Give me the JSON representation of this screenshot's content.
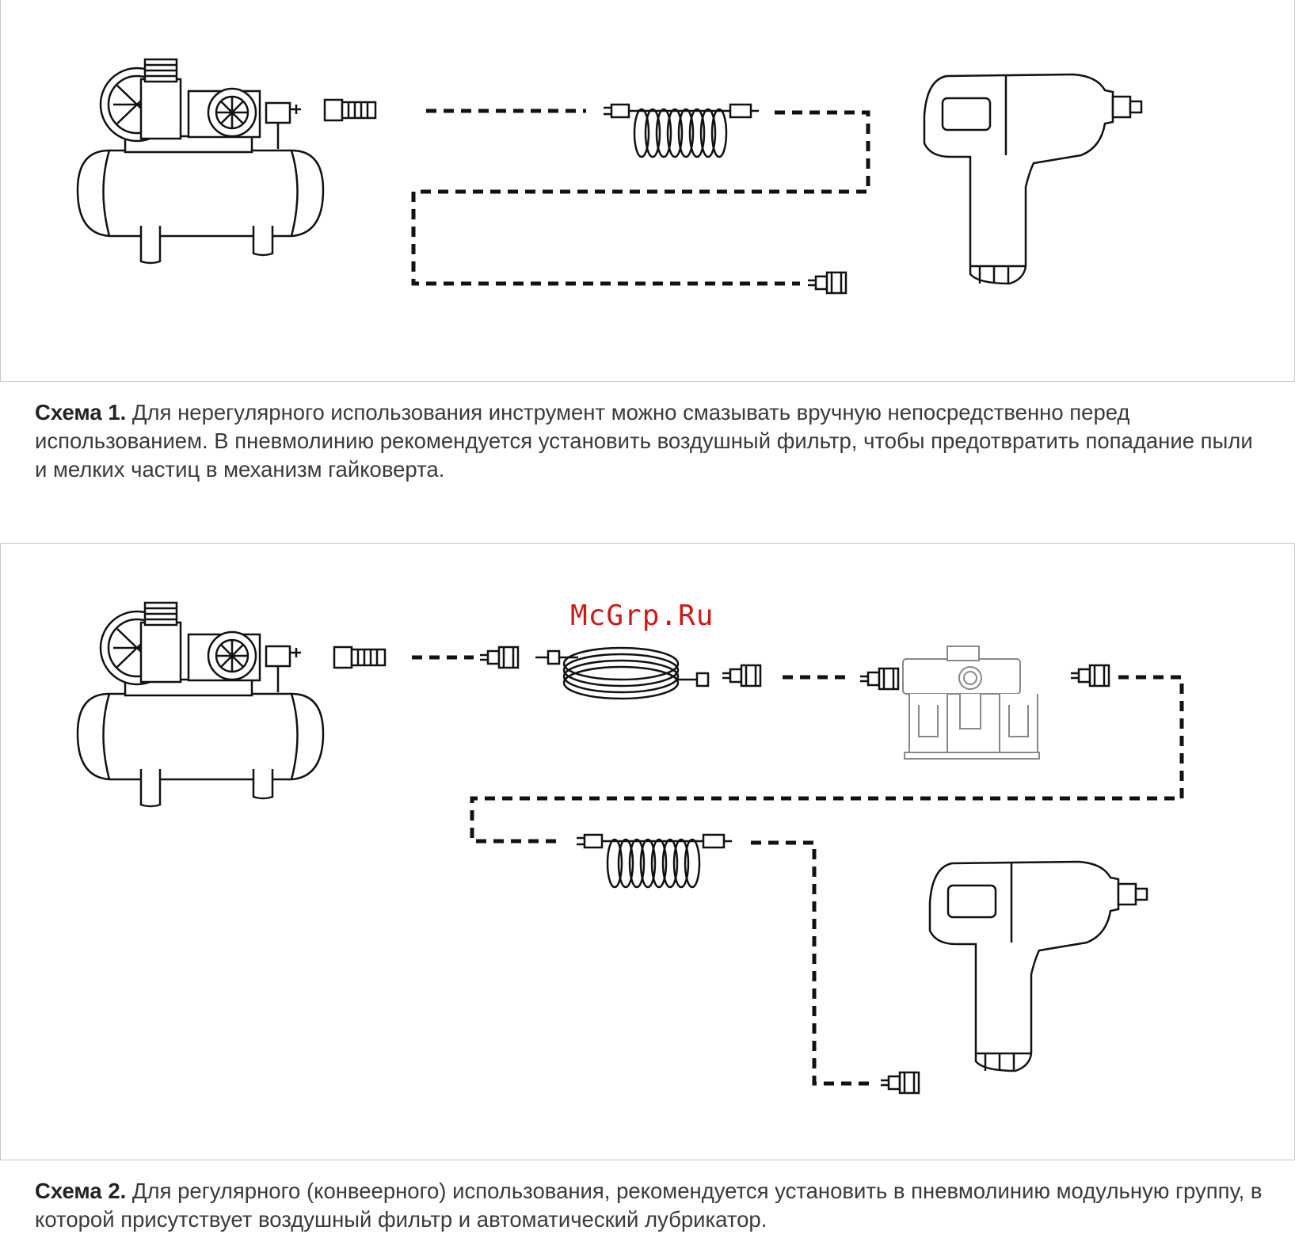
{
  "watermark": "McGrp.Ru",
  "schemes": [
    {
      "label": "Схема 1.",
      "text": " Для нерегулярного использования инструмент можно смазывать вручную непосредственно перед использованием. В пневмолинию рекомендуется установить воздушный фильтр, чтобы предотвратить попадание пыли и мелких частиц в механизм гайковерта."
    },
    {
      "label": "Схема 2.",
      "text": " Для регулярного (конвеерного) использования, рекомендуется установить в пневмолинию модульную группу, в которой присутствует воздушный фильтр и автоматический лубрикатор."
    }
  ]
}
